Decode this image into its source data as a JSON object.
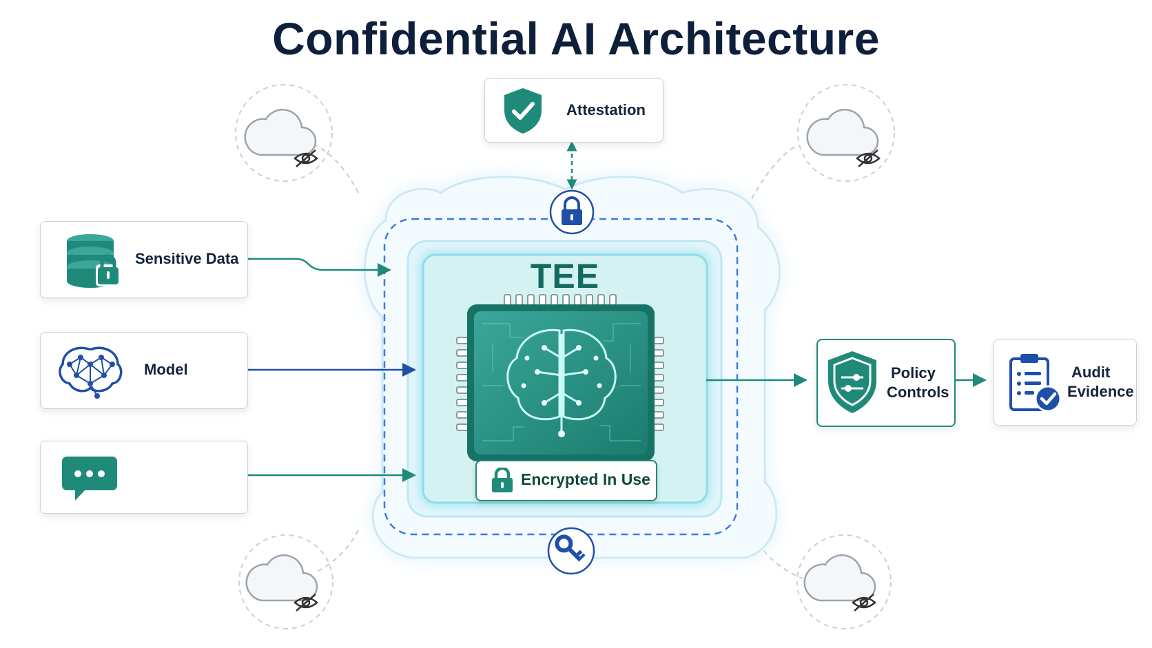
{
  "title": "Confidential AI Architecture",
  "attestation": {
    "label": "Attestation",
    "icon": "shield-check-icon"
  },
  "inputs": [
    {
      "label": "Sensitive Data",
      "icon": "database-lock-icon"
    },
    {
      "label": "Model",
      "icon": "brain-network-icon"
    },
    {
      "label": "",
      "icon": "chat-bubble-icon"
    }
  ],
  "tee": {
    "label": "TEE",
    "badge": "Encrypted In Use",
    "chip_icon": "circuit-brain-chip-icon"
  },
  "outputs": [
    {
      "label_line1": "Policy",
      "label_line2": "Controls",
      "icon": "shield-sliders-icon"
    },
    {
      "label_line1": "Audit",
      "label_line2": "Evidence",
      "icon": "clipboard-check-icon"
    }
  ],
  "colors": {
    "teal": "#1f8a7a",
    "navy": "#1f4fa8",
    "blue_dashed": "#3b7be0",
    "glow": "#bfe4f6",
    "title": "#0d1f3a"
  }
}
